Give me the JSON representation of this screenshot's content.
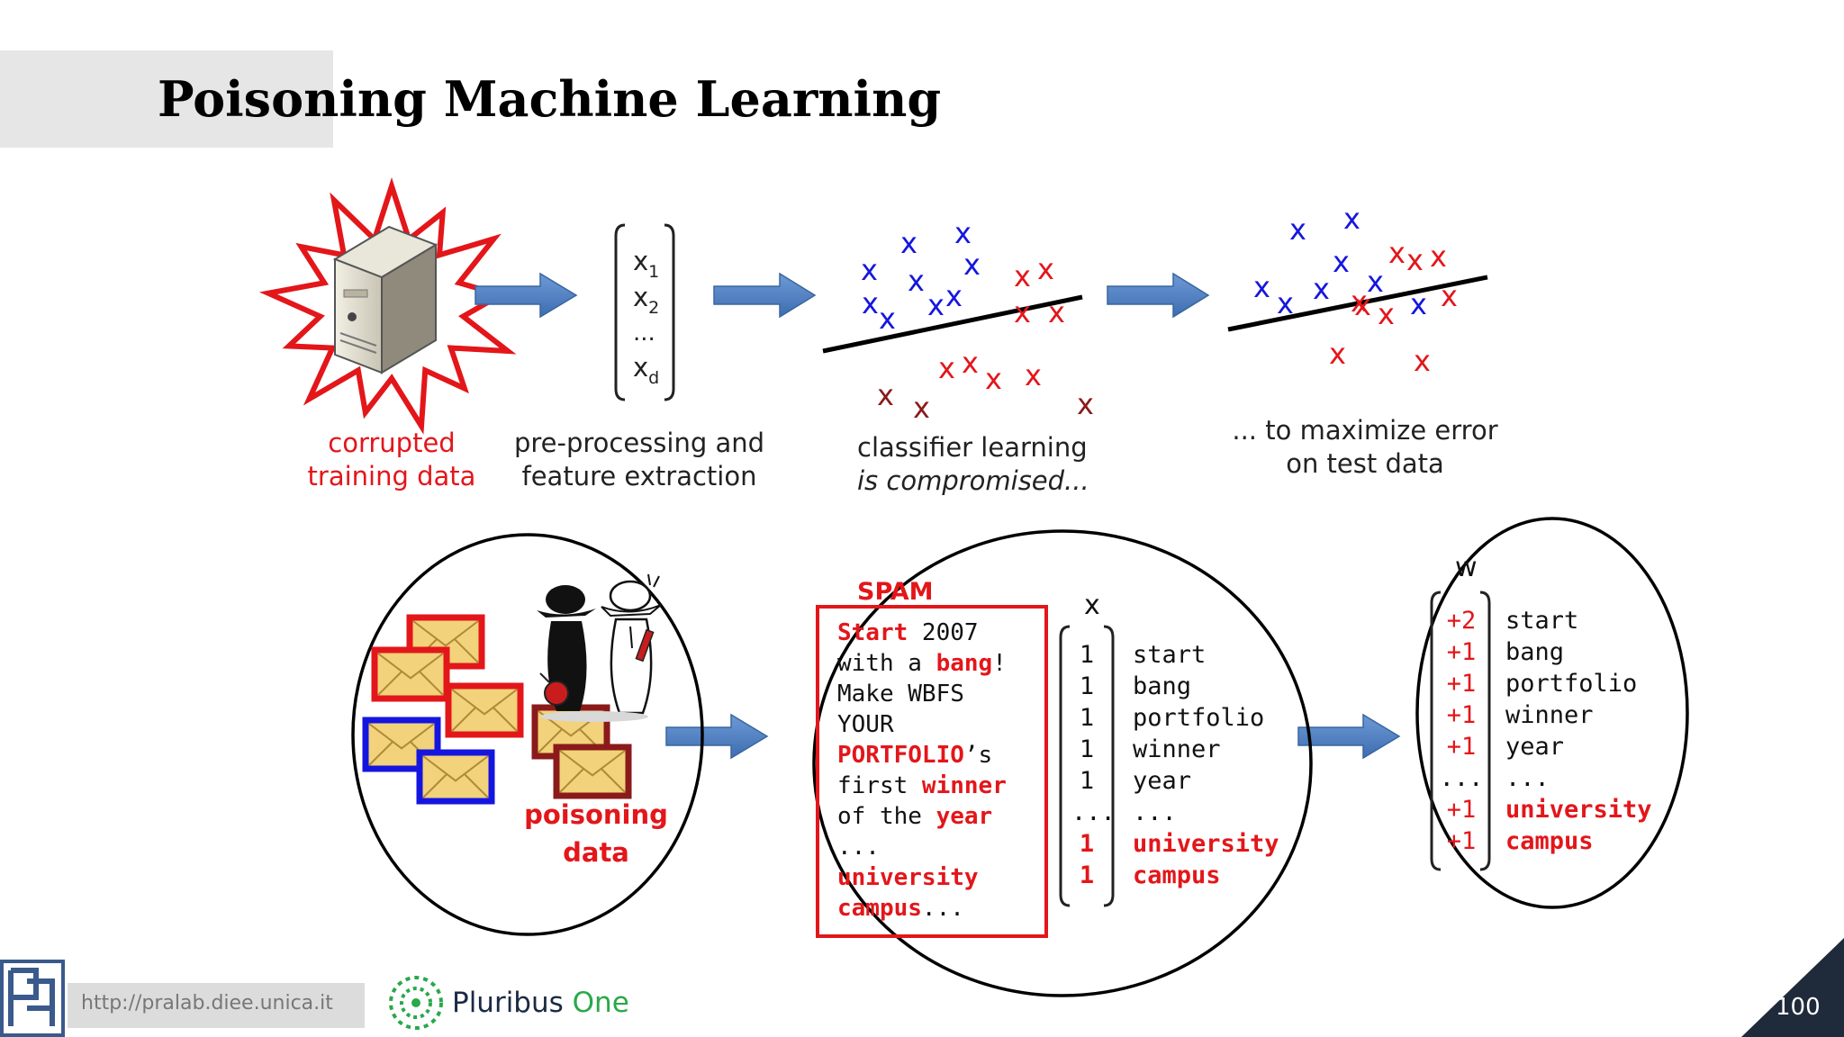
{
  "title": "Poisoning Machine Learning",
  "top_row": {
    "corrupted_caption": [
      "corrupted",
      "training data"
    ],
    "feature_vector": {
      "x1_base": "x",
      "x1_sub": "1",
      "x2_base": "x",
      "x2_sub": "2",
      "ellipsis": "...",
      "xd_base": "x",
      "xd_sub": "d"
    },
    "preprocessing_caption": [
      "pre-processing and",
      "feature extraction"
    ],
    "classifier_caption": [
      "classifier learning",
      "is compromised..."
    ],
    "error_caption": [
      "... to maximize error",
      "on test data"
    ],
    "marker": "x"
  },
  "bottom_row": {
    "poisoning_label": [
      "poisoning",
      "data"
    ],
    "spam_title": "SPAM",
    "email_lines": [
      [
        {
          "t": "Start",
          "hl": true
        },
        {
          "t": " 2007",
          "hl": false
        }
      ],
      [
        {
          "t": "with a ",
          "hl": false
        },
        {
          "t": "bang",
          "hl": true
        },
        {
          "t": "!",
          "hl": false
        }
      ],
      [
        {
          "t": "Make WBFS",
          "hl": false
        }
      ],
      [
        {
          "t": "YOUR",
          "hl": false
        }
      ],
      [
        {
          "t": "PORTFOLIO",
          "hl": true
        },
        {
          "t": "’s",
          "hl": false
        }
      ],
      [
        {
          "t": "first ",
          "hl": false
        },
        {
          "t": "winner",
          "hl": true
        }
      ],
      [
        {
          "t": "of the ",
          "hl": false
        },
        {
          "t": "year",
          "hl": true
        }
      ],
      [
        {
          "t": "...",
          "hl": false
        }
      ],
      [
        {
          "t": "university",
          "hl": true
        }
      ],
      [
        {
          "t": "campus",
          "hl": true
        },
        {
          "t": "...",
          "hl": false
        }
      ]
    ],
    "x_vector": {
      "header": "x",
      "values": [
        "1",
        "1",
        "1",
        "1",
        "1",
        "...",
        "1",
        "1"
      ],
      "words": [
        "start",
        "bang",
        "portfolio",
        "winner",
        "year",
        "...",
        "university",
        "campus"
      ]
    },
    "w_vector": {
      "header": "w",
      "values": [
        "+2",
        "+1",
        "+1",
        "+1",
        "+1",
        "...",
        "+1",
        "+1"
      ],
      "words": [
        "start",
        "bang",
        "portfolio",
        "winner",
        "year",
        "...",
        "university",
        "campus"
      ]
    }
  },
  "footer": {
    "url": "http://pralab.diee.unica.it",
    "brand_name": "Pluribus",
    "brand_suffix": "One",
    "page_number": "100"
  },
  "colors": {
    "arrow": "#4a7ebb",
    "red": "#e3161a",
    "blue": "#1515e0",
    "darkred": "#8b1a1a",
    "envelope": "#f2d27a"
  }
}
